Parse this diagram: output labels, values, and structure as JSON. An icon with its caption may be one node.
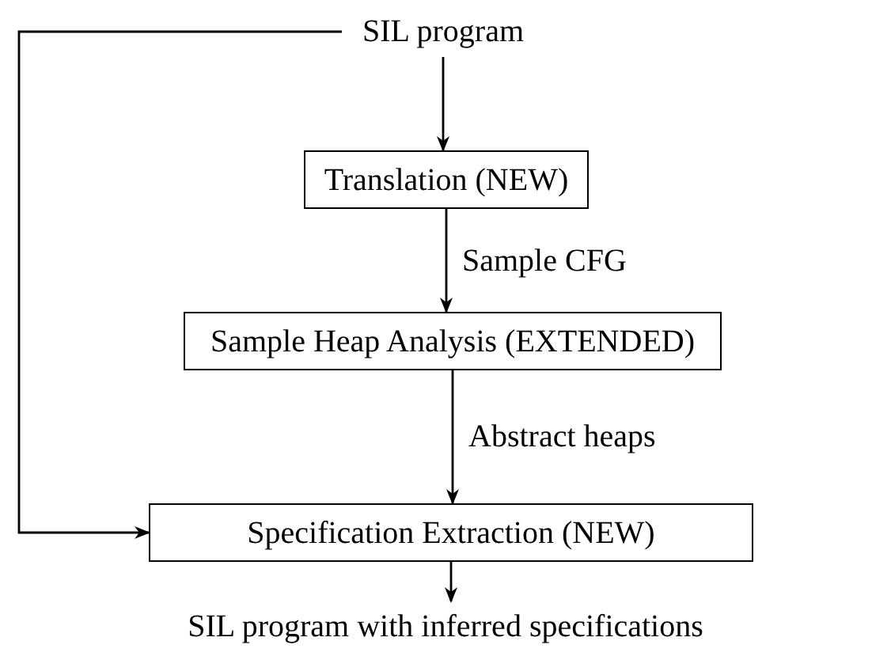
{
  "diagram": {
    "nodes": [
      {
        "text": [
          "SIL program"
        ]
      },
      {
        "text": [
          "Translation (NEW)"
        ]
      },
      {
        "text": [
          "Sample Heap Analysis (EXTENDED)"
        ]
      },
      {
        "text": [
          "Specification Extraction (NEW)"
        ]
      },
      {
        "text": [
          "SIL program with inferred specifications"
        ]
      }
    ],
    "edges": [
      {
        "from": 0,
        "to": 1,
        "arrow": "to"
      },
      {
        "from": 1,
        "to": 2,
        "arrow": "to",
        "label": "Sample CFG"
      },
      {
        "from": 2,
        "to": 3,
        "arrow": "to",
        "label": "Abstract heaps"
      },
      {
        "from": 3,
        "to": 4,
        "arrow": "to"
      },
      {
        "from": 0,
        "to": 3,
        "arrow": "to"
      }
    ]
  }
}
